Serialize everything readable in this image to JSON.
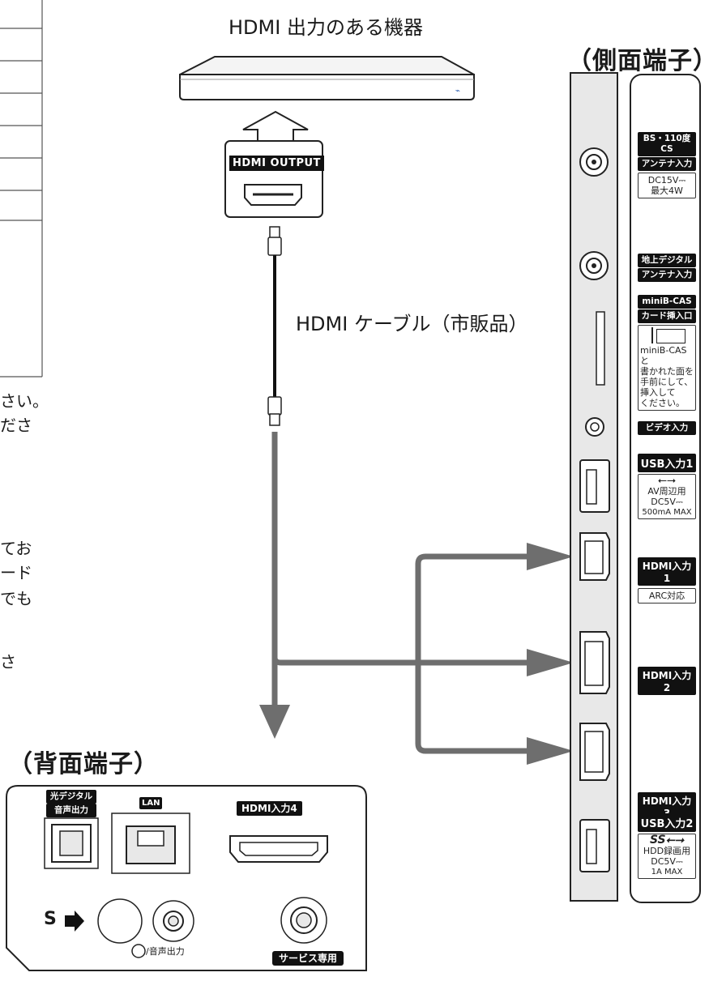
{
  "device": {
    "title": "HDMI 出力のある機器",
    "output_label": "HDMI OUTPUT"
  },
  "cable": {
    "label": "HDMI ケーブル（市販品）"
  },
  "left_text": {
    "line1": "さい。",
    "line2": "ださ",
    "line3": "てお",
    "line4": "ード",
    "line5": "でも",
    "line6": "さ"
  },
  "side_panel": {
    "title": "（側面端子）",
    "bs_label_1": "BS・110度CS",
    "bs_label_2": "アンテナ入力",
    "bs_note_1": "DC15V⎓",
    "bs_note_2": "最大4W",
    "terrestrial_label_1": "地上デジタル",
    "terrestrial_label_2": "アンテナ入力",
    "bcas_label_1": "miniB-CAS",
    "bcas_label_2": "カード挿入口",
    "bcas_note": [
      "miniB-CASと",
      "書かれた面を",
      "手前にして、",
      "挿入して",
      "ください。"
    ],
    "video_label": "ビデオ入力",
    "usb1_label": "USB入力1",
    "usb1_note": [
      "AV周辺用",
      "DC5V⎓",
      "500mA MAX"
    ],
    "hdmi1_label": "HDMI入力1",
    "hdmi1_note": "ARC対応",
    "hdmi2_label": "HDMI入力2",
    "hdmi3_label": "HDMI入力3",
    "usb2_label": "USB入力2",
    "usb2_ss": "SS",
    "usb2_note": [
      "HDD録画用",
      "DC5V⎓",
      "1A MAX"
    ]
  },
  "back_panel": {
    "title": "（背面端子）",
    "optical_label_1": "光デジタル",
    "optical_label_2": "音声出力",
    "lan_label": "LAN",
    "hdmi4_label": "HDMI入力4",
    "s_label": "S",
    "headphone_label": "/音声出力",
    "service_label": "サービス専用"
  },
  "colors": {
    "arrow": "#6e6e6e",
    "panel_fill": "#e8e8e8",
    "label_bg": "#111111"
  }
}
